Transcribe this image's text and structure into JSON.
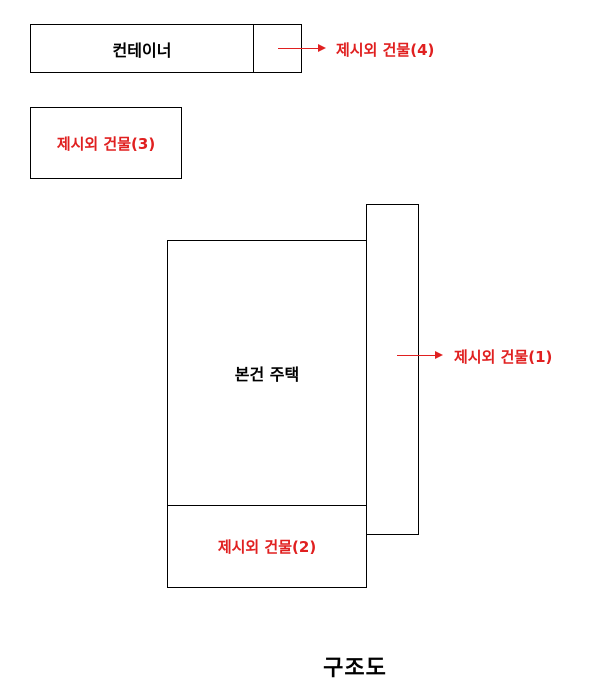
{
  "colors": {
    "accent_red": "#e02020",
    "line_black": "#000000"
  },
  "container": {
    "label": "컨테이너"
  },
  "annex_4": {
    "label": "제시외 건물(4)"
  },
  "annex_3": {
    "label": "제시외 건물(3)"
  },
  "main_house": {
    "label": "본건 주택"
  },
  "annex_1": {
    "label": "제시외 건물(1)"
  },
  "annex_2": {
    "label": "제시외 건물(2)"
  },
  "caption": {
    "label": "구조도"
  }
}
